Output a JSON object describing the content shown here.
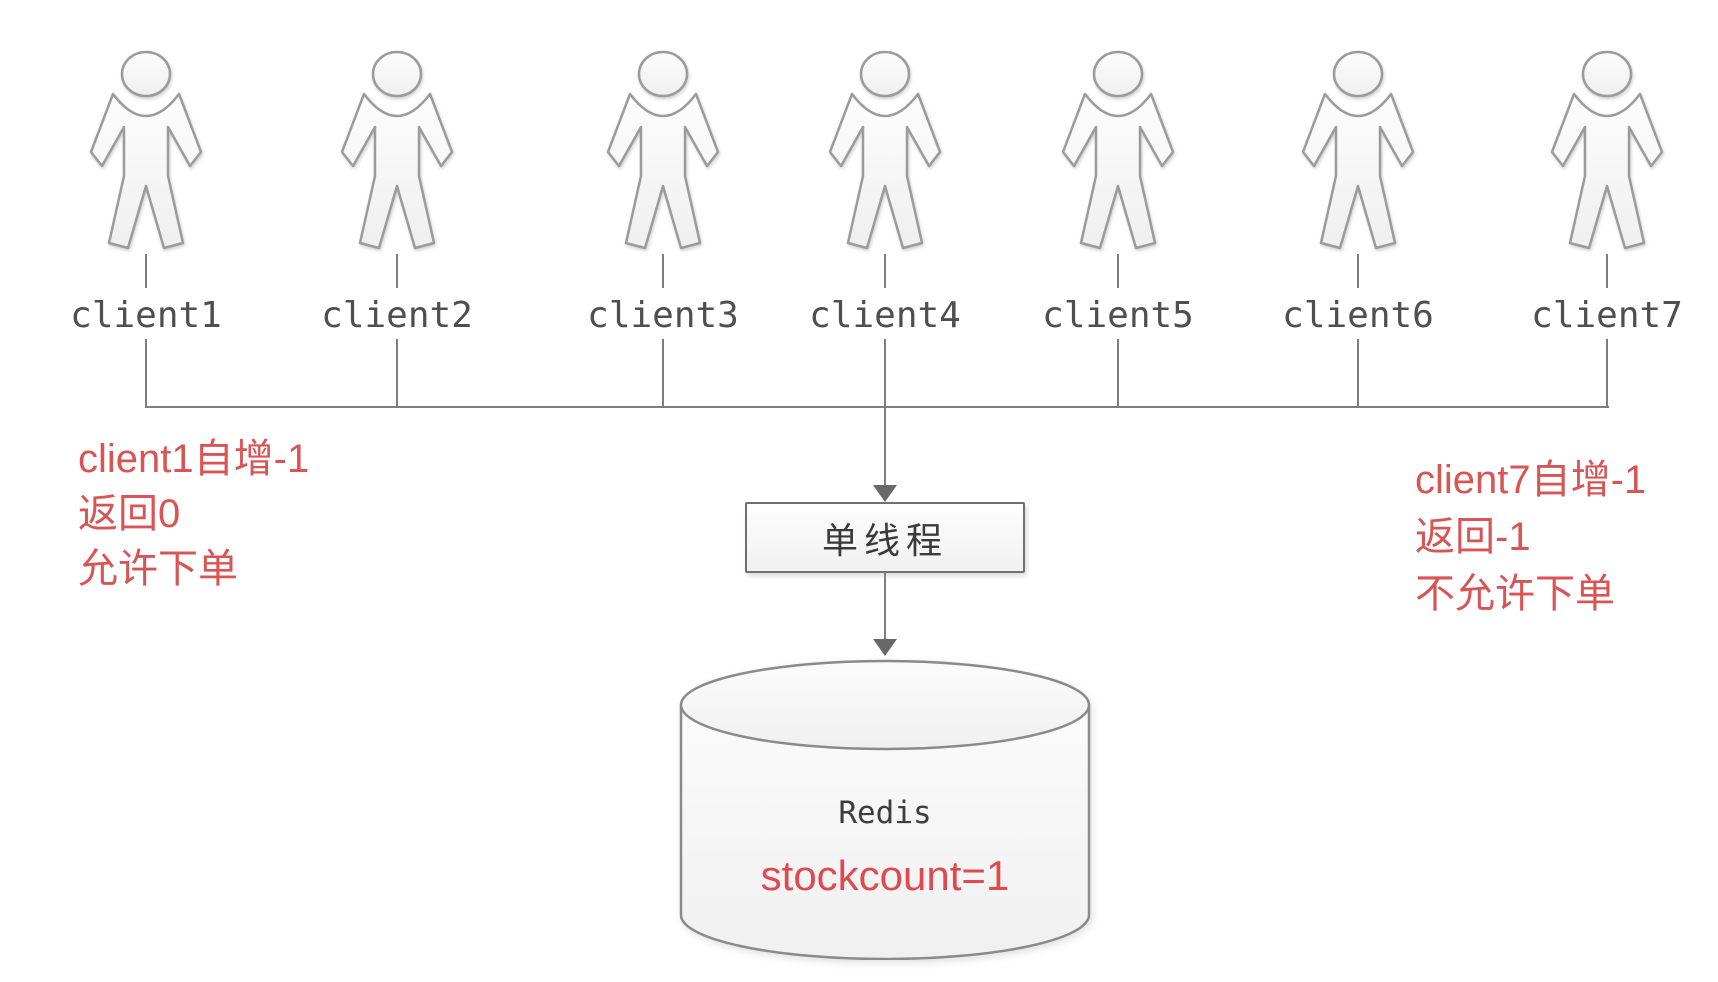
{
  "diagram": {
    "clients": [
      {
        "label": "client1"
      },
      {
        "label": "client2"
      },
      {
        "label": "client3"
      },
      {
        "label": "client4"
      },
      {
        "label": "client5"
      },
      {
        "label": "client6"
      },
      {
        "label": "client7"
      }
    ],
    "thread_box": {
      "label": "单线程"
    },
    "database": {
      "name": "Redis",
      "stock_text": "stockcount=1"
    },
    "annotation_left": {
      "lines": [
        "client1自增-1",
        "返回0",
        "允许下单"
      ]
    },
    "annotation_right": {
      "lines": [
        "client7自增-1",
        "返回-1",
        "不允许下单"
      ]
    },
    "colors": {
      "annotation_red": "#d95555",
      "stock_red": "#dd4a4f",
      "line_gray": "#7e7e7e",
      "shape_border": "#8a8a8a"
    }
  }
}
